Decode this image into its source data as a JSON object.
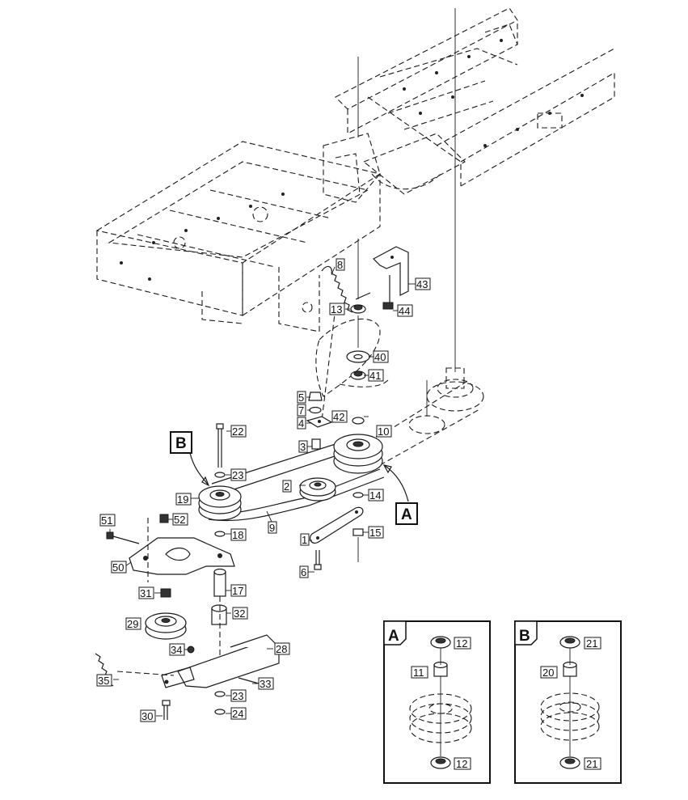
{
  "diagram": {
    "callouts": [
      "1",
      "2",
      "3",
      "4",
      "5",
      "6",
      "7",
      "8",
      "9",
      "10",
      "13",
      "14",
      "15",
      "17",
      "18",
      "19",
      "22",
      "23",
      "24",
      "28",
      "29",
      "30",
      "31",
      "32",
      "33",
      "34",
      "35",
      "40",
      "41",
      "42",
      "43",
      "44",
      "50",
      "51",
      "52"
    ],
    "view_markers": {
      "a": "A",
      "b": "B"
    },
    "detail_a": {
      "title": "A",
      "top_label": "12",
      "spacer_label": "11",
      "bottom_label": "12"
    },
    "detail_b": {
      "title": "B",
      "top_label": "21",
      "spacer_label": "20",
      "bottom_label": "21"
    }
  }
}
